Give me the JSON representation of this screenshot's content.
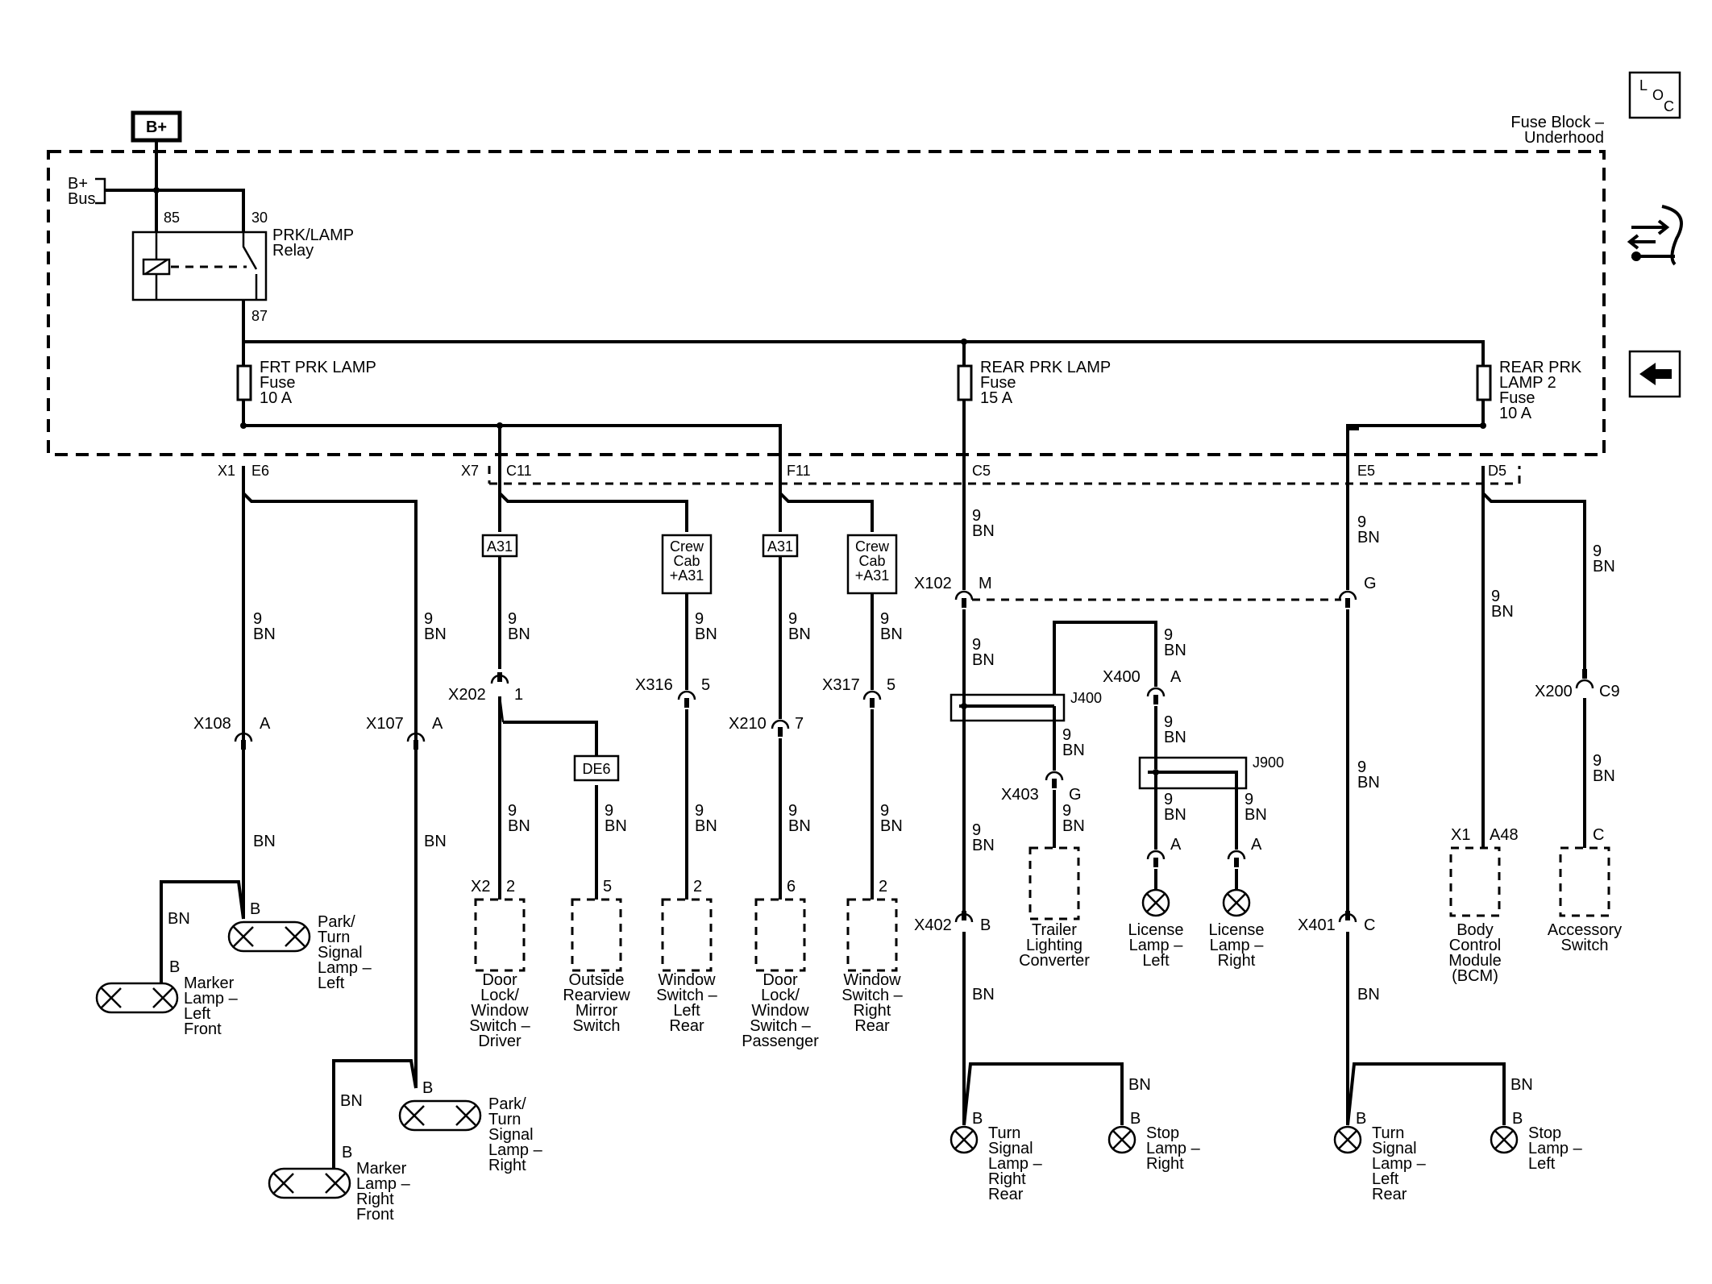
{
  "supply": {
    "bplus": "B+",
    "bus": "B+\nBus",
    "fuse_block": "Fuse Block –\nUnderhood"
  },
  "relay": {
    "pin85": "85",
    "pin30": "30",
    "pin87": "87",
    "name": "PRK/LAMP\nRelay"
  },
  "fuses": {
    "frt": "FRT PRK LAMP\nFuse\n10 A",
    "rear": "REAR PRK LAMP\nFuse\n15 A",
    "rear2": "REAR PRK\nLAMP 2\nFuse\n10 A"
  },
  "nav": {
    "loc": [
      "L",
      "O",
      "C"
    ],
    "icons": [
      "connector-icon",
      "back-arrow-icon"
    ]
  },
  "header_pins": {
    "x1": "X1",
    "e6": "E6",
    "x7": "X7",
    "c11": "C11",
    "f11": "F11",
    "c5": "C5",
    "e5": "E5",
    "d5": "D5"
  },
  "wire": {
    "gauge": "9\nBN",
    "bn": "BN"
  },
  "options": {
    "a31": "A31",
    "crew": "Crew\nCab\n+A31",
    "de6": "DE6"
  },
  "connectors": {
    "x108": "X108",
    "a": "A",
    "x107": "X107",
    "x202": "X202",
    "one": "1",
    "x316": "X316",
    "five": "5",
    "x210": "X210",
    "seven": "7",
    "x317": "X317",
    "x102": "X102",
    "m": "M",
    "g": "G",
    "x400": "X400",
    "x403": "X403",
    "x402": "X402",
    "b": "B",
    "x401": "X401",
    "c": "C",
    "x200": "X200",
    "c9": "C9",
    "x2": "X2",
    "two": "2",
    "six": "6",
    "x1": "X1",
    "a48": "A48"
  },
  "splices": {
    "j400": "J400",
    "j900": "J900"
  },
  "components": {
    "park_left": "Park/\nTurn\nSignal\nLamp –\nLeft",
    "marker_left": "Marker\nLamp –\nLeft\nFront",
    "park_right": "Park/\nTurn\nSignal\nLamp –\nRight",
    "marker_right": "Marker\nLamp –\nRight\nFront",
    "door_driver": "Door\nLock/\nWindow\nSwitch –\nDriver",
    "mirror": "Outside\nRearview\nMirror\nSwitch",
    "win_left": "Window\nSwitch –\nLeft\nRear",
    "door_pass": "Door\nLock/\nWindow\nSwitch –\nPassenger",
    "win_right": "Window\nSwitch –\nRight\nRear",
    "trailer": "Trailer\nLighting\nConverter",
    "lic_left": "License\nLamp –\nLeft",
    "lic_right": "License\nLamp –\nRight",
    "bcm": "Body\nControl\nModule\n(BCM)",
    "acc": "Accessory\nSwitch",
    "turn_right_rear": "Turn\nSignal\nLamp –\nRight\nRear",
    "stop_right": "Stop\nLamp –\nRight",
    "turn_left_rear": "Turn\nSignal\nLamp –\nLeft\nRear",
    "stop_left": "Stop\nLamp –\nLeft"
  }
}
